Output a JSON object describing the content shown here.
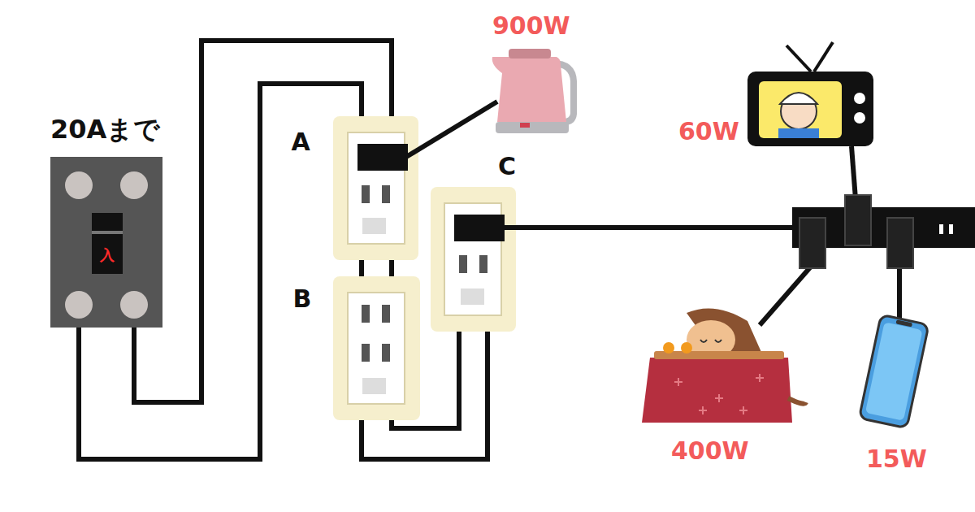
{
  "diagram": {
    "nodes": [
      {
        "text": [
          "20Aまで",
          "入"
        ]
      },
      {
        "text": [
          "A"
        ]
      },
      {
        "text": [
          "B"
        ]
      },
      {
        "text": [
          "C"
        ]
      }
    ],
    "edges": [
      {
        "from": 0,
        "to": 1,
        "arrow": "none"
      },
      {
        "from": 0,
        "to": 1,
        "arrow": "none"
      },
      {
        "from": 1,
        "to": 2,
        "arrow": "none"
      },
      {
        "from": 1,
        "to": 2,
        "arrow": "none"
      },
      {
        "from": 2,
        "to": 3,
        "arrow": "none"
      },
      {
        "from": 2,
        "to": 3,
        "arrow": "none"
      }
    ],
    "labels": [
      "900W",
      "60W",
      "400W",
      "15W"
    ]
  }
}
